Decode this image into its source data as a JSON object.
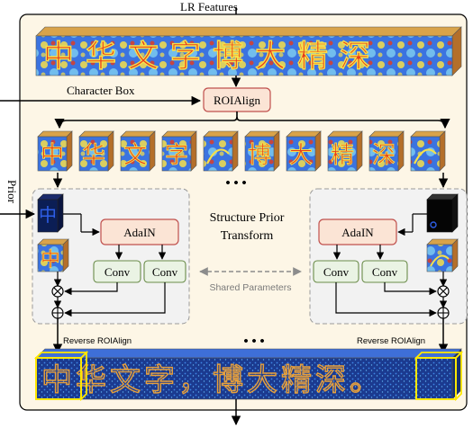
{
  "diagram": {
    "lr_features_label": "LR Features",
    "character_box_label": "Character Box",
    "roialign_label": "ROIAlign",
    "prior_label": "Prior",
    "structure_prior_transform_line1": "Structure Prior",
    "structure_prior_transform_line2": "Transform",
    "adain_label": "AdaIN",
    "conv_label": "Conv",
    "shared_parameters_label": "Shared Parameters",
    "reverse_roialign_label": "Reverse ROIAlign",
    "ellipsis": "• • •",
    "multiply_symbol": "⊗",
    "add_symbol": "⊕",
    "feature_map_text": "中华文字博大精深",
    "output_map_text": "中华文字，博大精深。",
    "prior_glyph": "中"
  },
  "colors": {
    "panel_bg": "#fdf6e6",
    "adain_fill": "#fbe4d5",
    "adain_stroke": "#c0504d",
    "conv_fill": "#eaf3e4",
    "conv_stroke": "#6a8c4a",
    "dashed_box_fill": "#f2f2f2",
    "highlight_yellow": "#ffe800",
    "feature_red": "#e63a1c",
    "feature_blue": "#2e59d9",
    "feature_yellow": "#f6e04a",
    "output_bg": "#1b3a8f",
    "prior_bg": "#0b1e55",
    "prior_glyph_color": "#2e5ee6"
  }
}
